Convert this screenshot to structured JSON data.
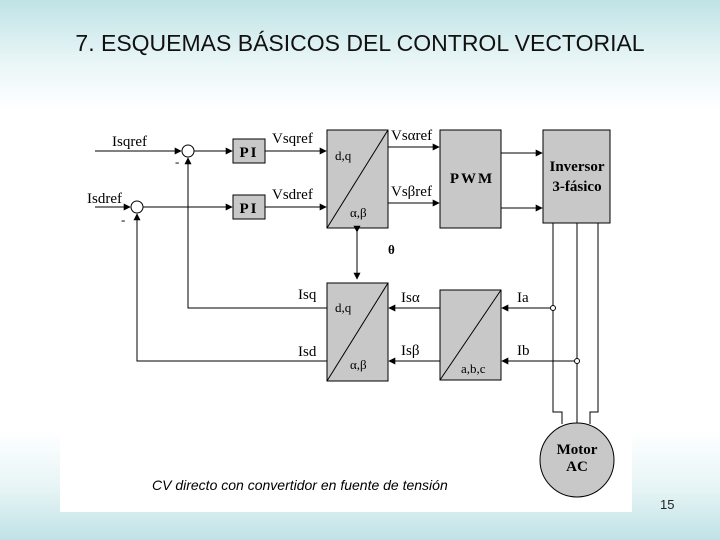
{
  "slide": {
    "title": "7. ESQUEMAS BÁSICOS DEL CONTROL VECTORIAL",
    "page_number": "15"
  },
  "diagram": {
    "caption": "CV directo con convertidor en fuente de tensión",
    "signals": {
      "isqref": "Isqref",
      "isdref": "Isdref",
      "vsqref": "Vsqref",
      "vsdref": "Vsdref",
      "vsalpharef": "Vsαref",
      "vsbetaref": "Vsβref",
      "theta": "θ",
      "isq": "Isq",
      "isd": "Isd",
      "isalpha": "Isα",
      "isbeta": "Isβ",
      "ia": "Ia",
      "ib": "Ib",
      "minus_q": "-",
      "minus_d": "-"
    },
    "blocks": {
      "pi_q": "PI",
      "pi_d": "PI",
      "rot_top_in": "d,q",
      "rot_top_out": "α,β",
      "pwm": "PWM",
      "inverter_line1": "Inversor",
      "inverter_line2": "3-fásico",
      "rot_bot_in": "d,q",
      "rot_bot_out": "α,β",
      "clarke_out": "a,b,c",
      "motor_line1": "Motor",
      "motor_line2": "AC"
    },
    "colors": {
      "block_fill": "#c8c8c8",
      "line": "#000000"
    }
  }
}
